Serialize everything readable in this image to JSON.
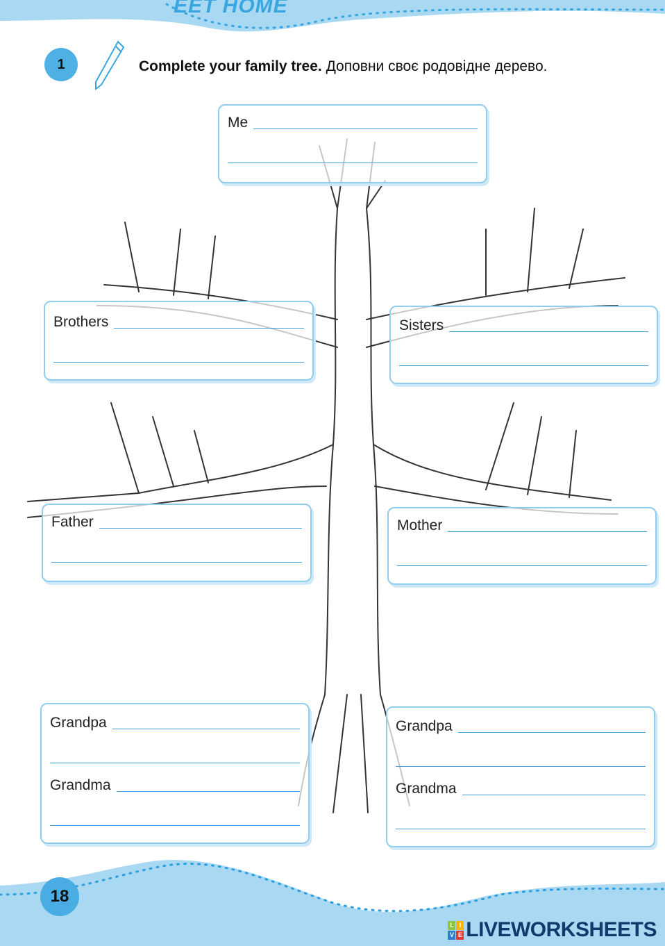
{
  "header": {
    "section_title": "EET HOME"
  },
  "exercise": {
    "number": "1",
    "instruction_bold": "Complete your family tree.",
    "instruction_ua": "Доповни своє родовідне дерево."
  },
  "boxes": {
    "me": {
      "label": "Me"
    },
    "brothers": {
      "label": "Brothers"
    },
    "sisters": {
      "label": "Sisters"
    },
    "father": {
      "label": "Father"
    },
    "mother": {
      "label": "Mother"
    },
    "grandparents_left": {
      "grandpa": "Grandpa",
      "grandma": "Grandma"
    },
    "grandparents_right": {
      "grandpa": "Grandpa",
      "grandma": "Grandma"
    }
  },
  "footer": {
    "page_number": "18",
    "logo_text": "LIVEWORKSHEETS",
    "logo_letters": [
      "L",
      "I",
      "V",
      "E"
    ]
  },
  "colors": {
    "accent": "#4fb0e3",
    "line": "#3da2dc",
    "logo": "#0e3b6b"
  }
}
